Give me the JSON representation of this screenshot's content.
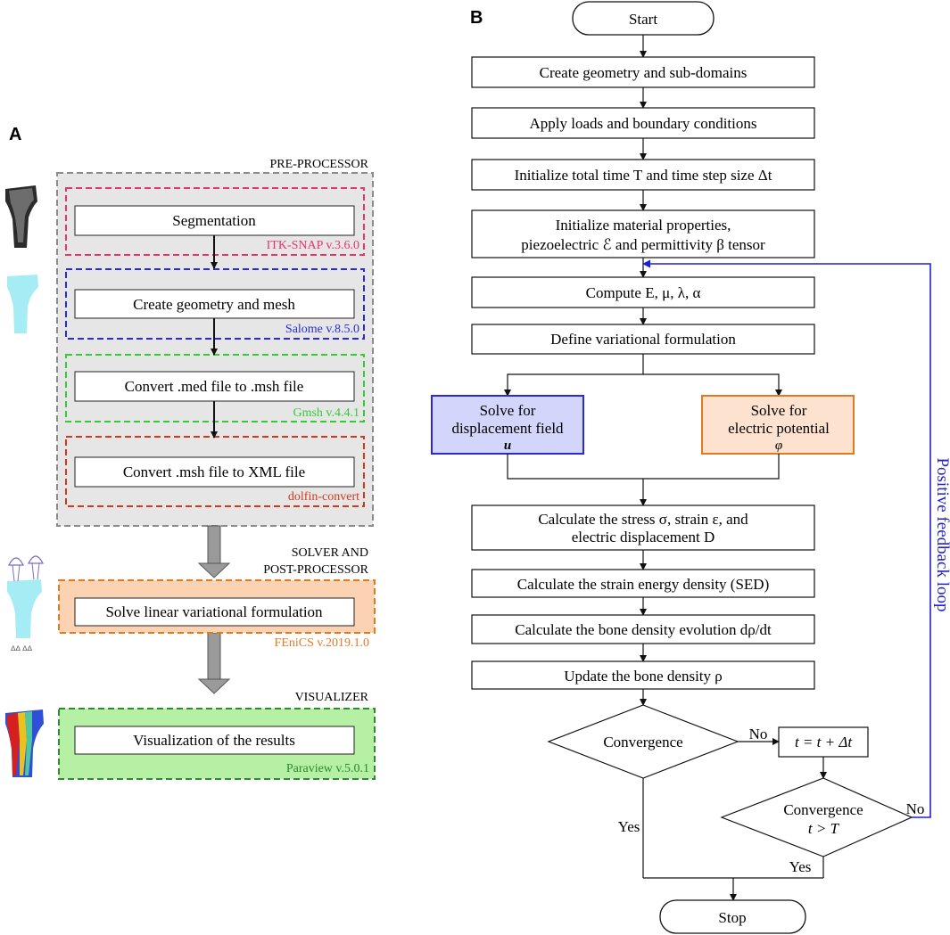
{
  "panel_a": {
    "label": "A",
    "pre_processor": {
      "title": "PRE-PROCESSOR",
      "steps": [
        {
          "label": "Segmentation",
          "tool": "ITK-SNAP v.3.6.0",
          "tool_color": "#e8336f"
        },
        {
          "label": "Create geometry and mesh",
          "tool": "Salome v.8.5.0",
          "tool_color": "#2a2ad8"
        },
        {
          "label": "Convert .med file to .msh file",
          "tool": "Gmsh v.4.4.1",
          "tool_color": "#33cc33"
        },
        {
          "label": "Convert .msh file to XML file",
          "tool": "dolfin-convert",
          "tool_color": "#d03a1c"
        }
      ]
    },
    "solver": {
      "title_line1": "SOLVER AND",
      "title_line2": "POST-PROCESSOR",
      "step": "Solve linear variational formulation",
      "tool": "FEniCS v.2019.1.0",
      "tool_color": "#e07b22"
    },
    "visualizer": {
      "title": "VISUALIZER",
      "step": "Visualization of the results",
      "tool": "Paraview  v.5.0.1",
      "tool_color": "#2d8a2d"
    }
  },
  "panel_b": {
    "label": "B",
    "start": "Start",
    "steps": [
      "Create geometry and sub-domains",
      "Apply loads and boundary conditions",
      "Initialize total time T and time step size Δt",
      "Initialize material properties,",
      "piezoelectric ℰ and permittivity β tensor",
      "Compute E, μ, λ, α",
      "Define variational formulation"
    ],
    "solve_displacement": {
      "line1": "Solve for",
      "line2": "displacement field",
      "symbol": "u"
    },
    "solve_potential": {
      "line1": "Solve for",
      "line2": "electric potential",
      "symbol": "φ"
    },
    "stress_line1": "Calculate the stress σ, strain ε, and",
    "stress_line2": "electric displacement D",
    "sed": "Calculate the strain energy density (SED)",
    "density_evolution": "Calculate the bone density evolution dρ/dt",
    "update_density": "Update the bone density ρ",
    "convergence": "Convergence",
    "convergence2_line1": "Convergence",
    "convergence2_line2": "t > T",
    "time_update": "t = t + Δt",
    "no": "No",
    "yes": "Yes",
    "stop": "Stop",
    "feedback_label": "Positive feedback loop",
    "feedback_color": "#1f1fd6",
    "displacement_fill": "#d3d6fa",
    "displacement_border": "#2a2ad8",
    "potential_fill": "#fde3cf",
    "potential_border": "#e07b22"
  }
}
